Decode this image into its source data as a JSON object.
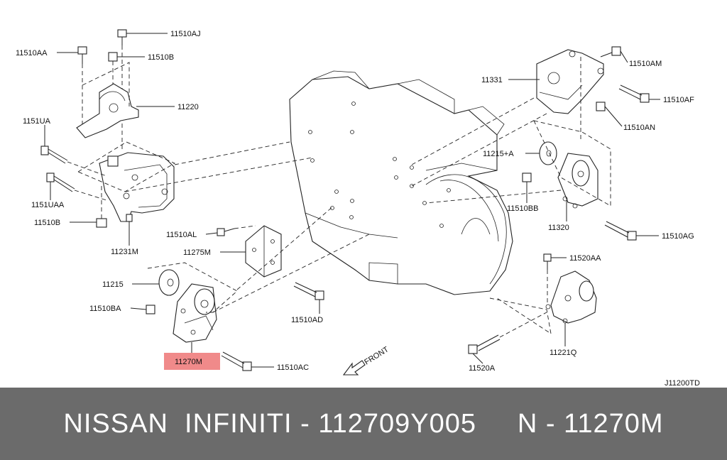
{
  "labels": {
    "l11510AJ": "11510AJ",
    "l11510AA": "11510AA",
    "l11510B_top": "11510B",
    "l11220": "11220",
    "l1151UA": "1151UA",
    "l1151UAA": "1151UAA",
    "l11510B_bot": "11510B",
    "l11231M": "11231M",
    "l11510AL": "11510AL",
    "l11275M": "11275M",
    "l11215": "11215",
    "l11510BA": "11510BA",
    "l11270M": "11270M",
    "l11510AC": "11510AC",
    "l11510AD": "11510AD",
    "l11331": "11331",
    "l11510AM": "11510AM",
    "l11510AF": "11510AF",
    "l11510AN": "11510AN",
    "l11215A": "11215+A",
    "l11510BB": "11510BB",
    "l11320": "11320",
    "l11510AG": "11510AG",
    "l11520AA": "11520AA",
    "l11221Q": "11221Q",
    "l11520A": "11520A",
    "front": "FRONT",
    "code": "J11200TD"
  },
  "highlight_color": "#f08a8a",
  "banner": {
    "text": "NISSAN  INFINITI - 112709Y005     N - 11270M",
    "background": "#6b6b6b",
    "color": "#ffffff"
  }
}
